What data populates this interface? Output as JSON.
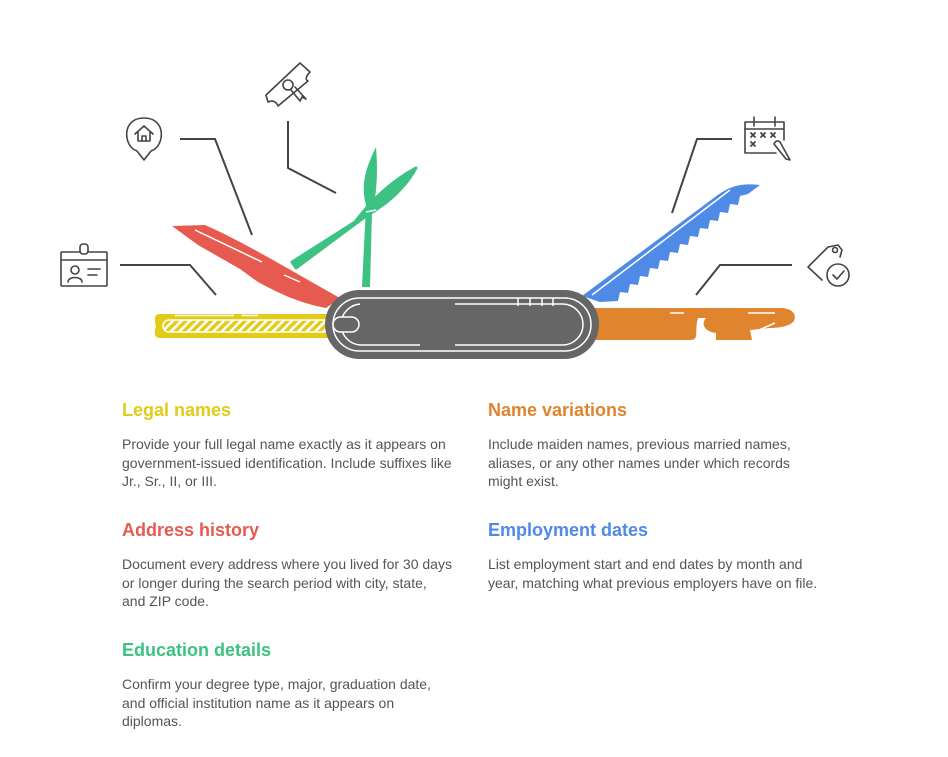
{
  "colors": {
    "legal": "#E2CC17",
    "address": "#E65A50",
    "education": "#3CC282",
    "variations": "#E0842E",
    "employment": "#4E8AE6",
    "handle": "#666666",
    "line": "#444444",
    "body_text": "#555555"
  },
  "items": {
    "legal": {
      "title": "Legal names",
      "text": "Provide your full legal name exactly as it appears on government-issued identification. Include suffixes like Jr., Sr., II, or III.",
      "icon": "id-badge-icon",
      "tool": "file-tool"
    },
    "address": {
      "title": "Address history",
      "text": "Document every address where you lived for 30 days or longer during the search period with city, state, and ZIP code.",
      "icon": "home-location-pin-icon",
      "tool": "knife-blade"
    },
    "education": {
      "title": "Education details",
      "text": "Confirm your degree type, major, graduation date, and official institution name as it appears on diplomas.",
      "icon": "diploma-scroll-icon",
      "tool": "scissors"
    },
    "variations": {
      "title": "Name variations",
      "text": "Include maiden names, previous married names, aliases, or any other names under which records might exist.",
      "icon": "tag-check-icon",
      "tool": "bottle-opener"
    },
    "employment": {
      "title": "Employment dates",
      "text": "List employment start and end dates by month and year, matching what previous employers have on file.",
      "icon": "calendar-edit-icon",
      "tool": "saw-blade"
    }
  }
}
